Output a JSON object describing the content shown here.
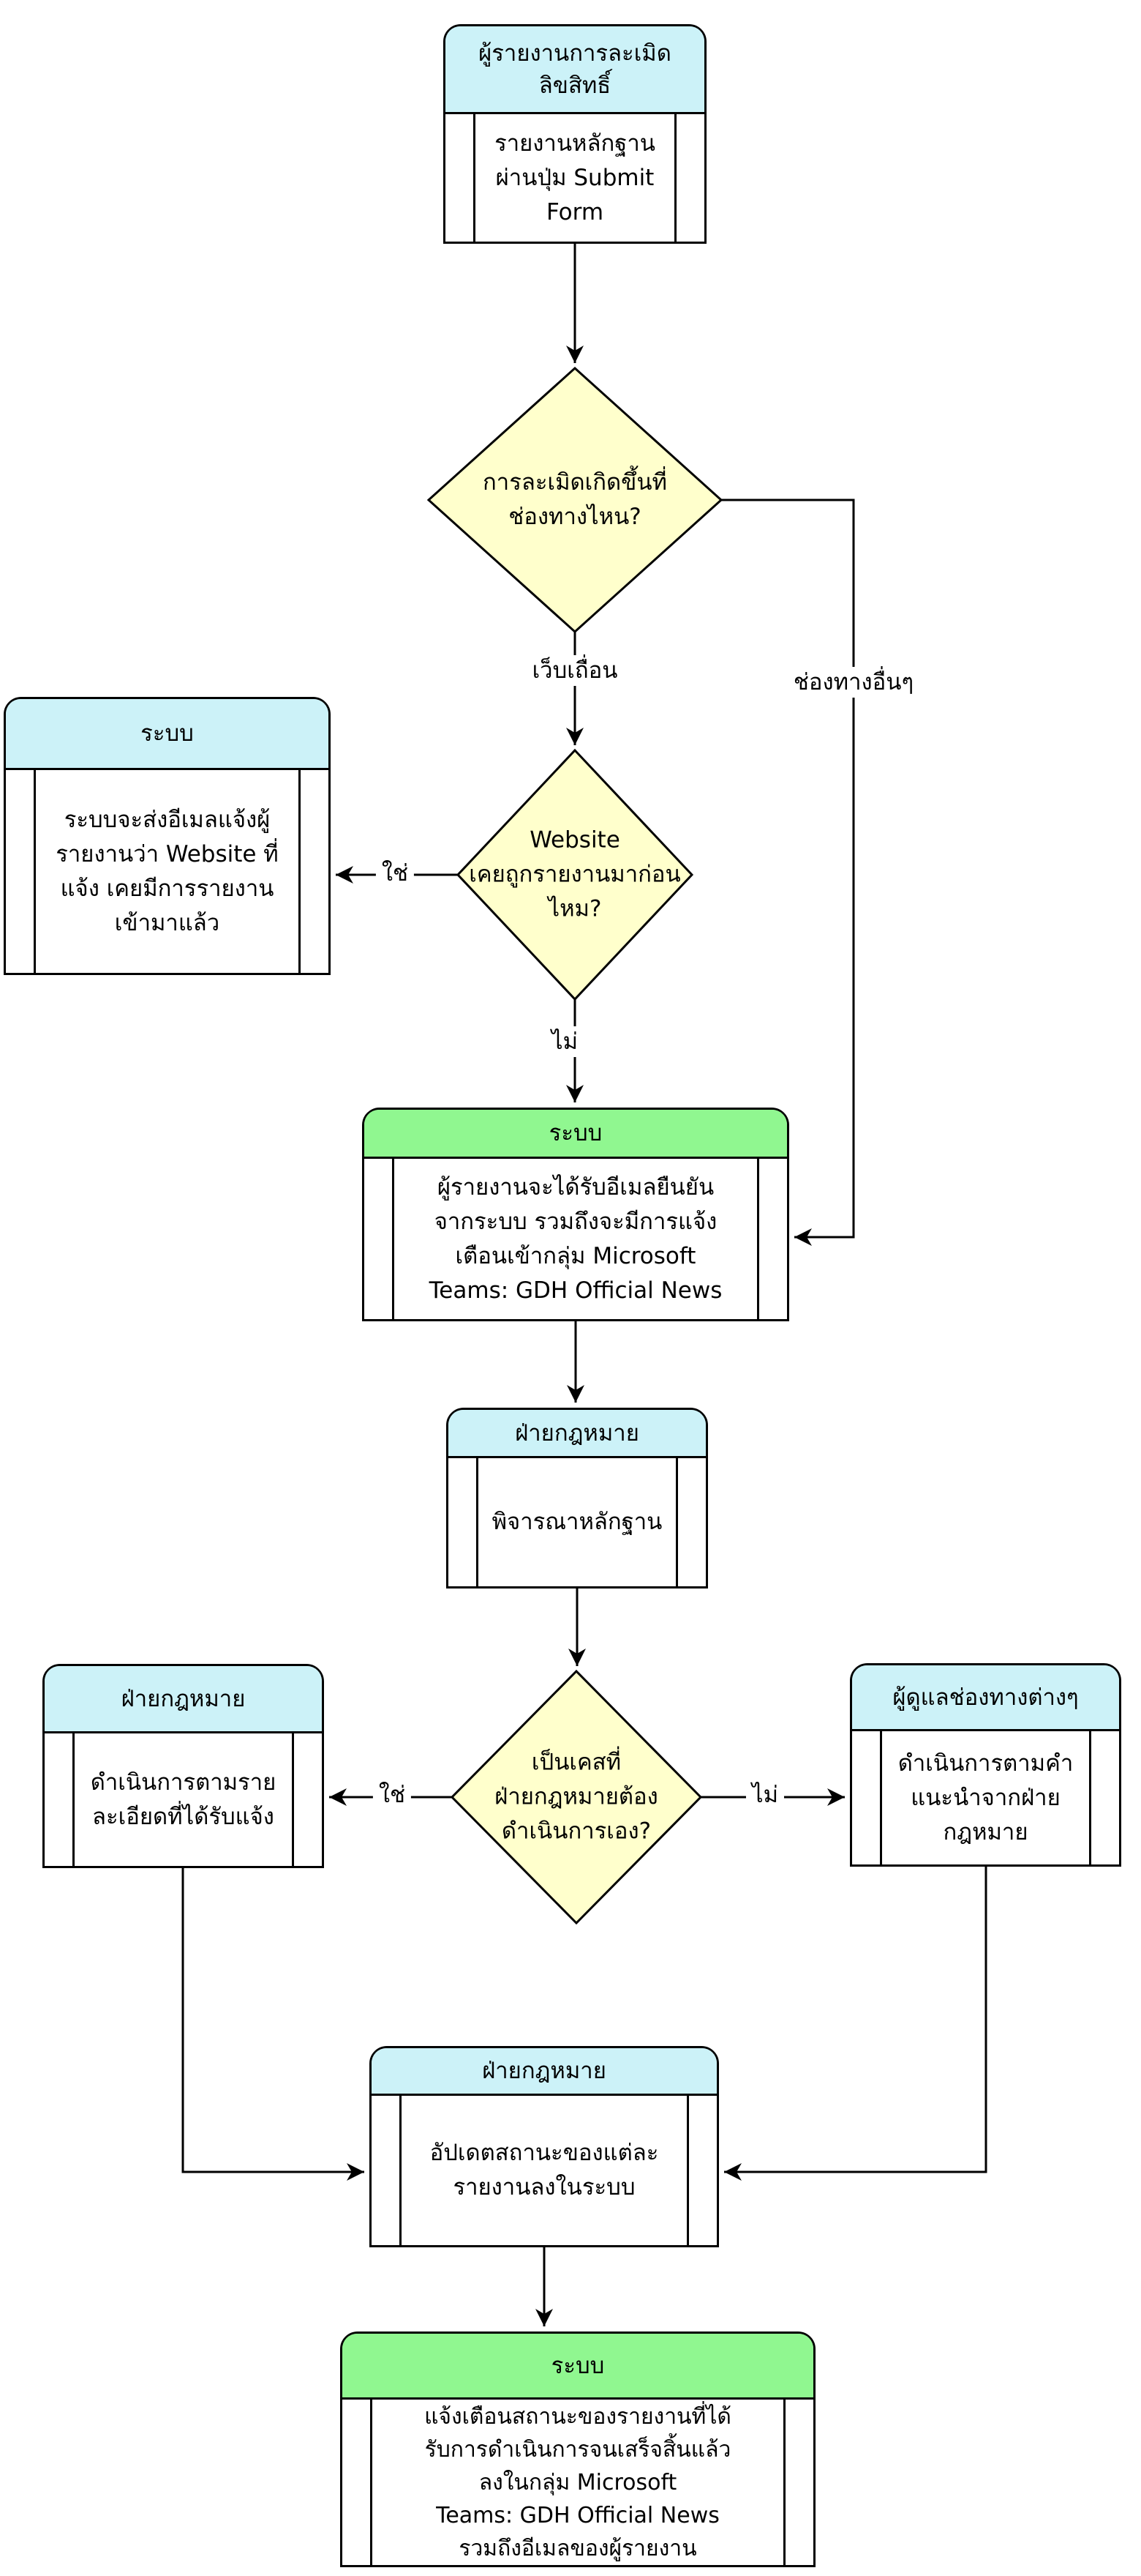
{
  "colors": {
    "header_cyan": "#CCF2F8",
    "header_green": "#90F790",
    "diamond_fill": "#FFFFCC",
    "stroke": "#000000",
    "background": "#FFFFFF"
  },
  "nodes": {
    "reporter": {
      "header": "ผู้รายงานการละเมิด\nลิขสิทธิ์",
      "body": "รายงานหลักฐาน\nผ่านปุ่ม Submit\nForm"
    },
    "system_duplicate": {
      "header": "ระบบ",
      "body": "ระบบจะส่งอีเมลแจ้งผู้\nรายงานว่า Website ที่\nแจ้ง เคยมีการรายงาน\nเข้ามาแล้ว"
    },
    "system_confirm": {
      "header": "ระบบ",
      "body": "ผู้รายงานจะได้รับอีเมลยืนยัน\nจากระบบ รวมถึงจะมีการแจ้ง\nเตือนเข้ากลุ่ม Microsoft\nTeams: GDH Official News"
    },
    "legal_review": {
      "header": "ฝ่ายกฎหมาย",
      "body": "พิจารณาหลักฐาน"
    },
    "legal_action": {
      "header": "ฝ่ายกฎหมาย",
      "body": "ดำเนินการตามราย\nละเอียดที่ได้รับแจ้ง"
    },
    "channel_admin": {
      "header": "ผู้ดูแลช่องทางต่างๆ",
      "body": "ดำเนินการตามคำ\nแนะนำจากฝ่าย\nกฎหมาย"
    },
    "legal_update": {
      "header": "ฝ่ายกฎหมาย",
      "body": "อัปเดตสถานะของแต่ละ\nรายงานลงในระบบ"
    },
    "system_notify": {
      "header": "ระบบ",
      "body": "แจ้งเตือนสถานะของรายงานที่ได้\nรับการดำเนินการจนเสร็จสิ้นแล้ว\nลงในกลุ่ม Microsoft\nTeams: GDH Official News\nรวมถึงอีเมลของผู้รายงาน"
    }
  },
  "decisions": {
    "channel": "การละเมิดเกิดขึ้นที่\nช่องทางไหน?",
    "reported_before": "Website\nเคยถูกรายงานมาก่อน\nไหม?",
    "legal_case": "เป็นเคสที่\nฝ่ายกฎหมายต้อง\nดำเนินการเอง?"
  },
  "edge_labels": {
    "pirate_web": "เว็บเถื่อน",
    "other_channels": "ช่องทางอื่นๆ",
    "yes1": "ใช่",
    "no1": "ไม่",
    "yes2": "ใช่",
    "no2": "ไม่"
  }
}
